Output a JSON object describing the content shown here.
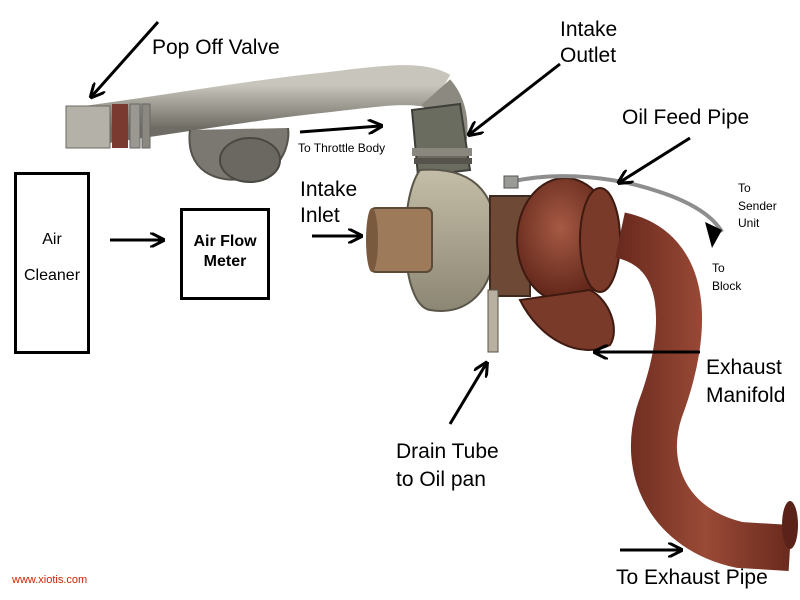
{
  "labels": {
    "pop_off_valve": "Pop Off Valve",
    "intake_outlet_1": "Intake",
    "intake_outlet_2": "Outlet",
    "oil_feed_pipe": "Oil Feed Pipe",
    "to_throttle_body": "To Throttle Body",
    "intake_inlet_1": "Intake",
    "intake_inlet_2": "Inlet",
    "to_sender_1": "To",
    "to_sender_2": "Sender",
    "to_sender_3": "Unit",
    "to_block_1": "To",
    "to_block_2": "Block",
    "exhaust_manifold_1": "Exhaust",
    "exhaust_manifold_2": "Manifold",
    "drain_tube_1": "Drain Tube",
    "drain_tube_2": "to Oil pan",
    "to_exhaust_pipe": "To Exhaust Pipe"
  },
  "boxes": {
    "air_cleaner_1": "Air",
    "air_cleaner_2": "Cleaner",
    "air_flow_meter_1": "Air Flow",
    "air_flow_meter_2": "Meter"
  },
  "credit": "www.xiotis.com",
  "colors": {
    "pipe_silver": "#9a9890",
    "pipe_rust": "#8a3a2a",
    "housing_rust": "#7e3426",
    "compressor_alloy": "#a8a290",
    "credit_red": "#cc2200"
  }
}
